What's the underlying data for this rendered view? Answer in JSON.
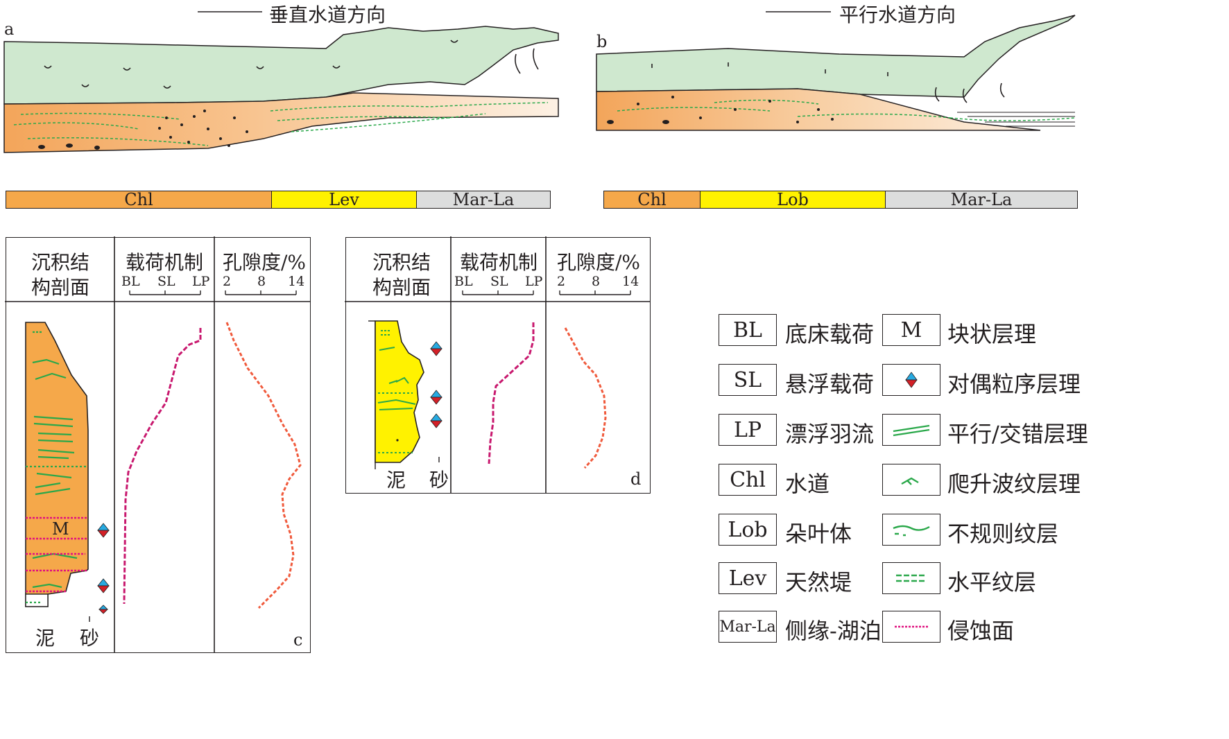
{
  "panel_a": {
    "letter": "a",
    "direction_label": "垂直水道方向",
    "facies_bar": [
      {
        "label": "Chl",
        "color": "#f5a84a"
      },
      {
        "label": "Lev",
        "color": "#fff200"
      },
      {
        "label": "Mar-La",
        "color": "#dcdddd"
      }
    ]
  },
  "panel_b": {
    "letter": "b",
    "direction_label": "平行水道方向",
    "facies_bar": [
      {
        "label": "Chl",
        "color": "#f5a84a"
      },
      {
        "label": "Lob",
        "color": "#fff200"
      },
      {
        "label": "Mar-La",
        "color": "#dcdddd"
      }
    ]
  },
  "panel_c": {
    "letter": "c",
    "col1_header": [
      "沉积结",
      "构剖面"
    ],
    "col2_header": "载荷机制",
    "col2_ticks": [
      "BL",
      "SL",
      "LP"
    ],
    "col3_header": "孔隙度/%",
    "col3_ticks": [
      "2",
      "8",
      "14"
    ],
    "grain_labels": [
      "泥",
      "砂"
    ],
    "structure_label": "M"
  },
  "panel_d": {
    "letter": "d",
    "col1_header": [
      "沉积结",
      "构剖面"
    ],
    "col2_header": "载荷机制",
    "col2_ticks": [
      "BL",
      "SL",
      "LP"
    ],
    "col3_header": "孔隙度/%",
    "col3_ticks": [
      "2",
      "8",
      "14"
    ],
    "grain_labels": [
      "泥",
      "砂"
    ]
  },
  "legend": {
    "left": [
      {
        "code": "BL",
        "text": "底床载荷"
      },
      {
        "code": "SL",
        "text": "悬浮载荷"
      },
      {
        "code": "LP",
        "text": "漂浮羽流"
      },
      {
        "code": "Chl",
        "text": "水道"
      },
      {
        "code": "Lob",
        "text": "朵叶体"
      },
      {
        "code": "Lev",
        "text": "天然堤"
      },
      {
        "code": "Mar-La",
        "text": "侧缘-湖泊"
      }
    ],
    "right": [
      {
        "code": "M",
        "text": "块状层理"
      },
      {
        "symbol": "graded-diamond-icon",
        "text": "对偶粒序层理"
      },
      {
        "symbol": "parallel-bedding-icon",
        "text": "平行/交错层理"
      },
      {
        "symbol": "climbing-ripple-icon",
        "text": "爬升波纹层理"
      },
      {
        "symbol": "irregular-lamina-icon",
        "text": "不规则纹层"
      },
      {
        "symbol": "horizontal-lamina-icon",
        "text": "水平纹层"
      },
      {
        "symbol": "erosion-surface-icon",
        "text": "侵蚀面"
      }
    ]
  },
  "colors": {
    "mud_green": "#cfe8cf",
    "sand_orange": "#f5a84a",
    "sand_yellow": "#fff200",
    "lamina_green": "#2aa84a",
    "erosion_magenta": "#e0117f",
    "load_curve": "#c8186e",
    "porosity_curve": "#f05a3c"
  }
}
